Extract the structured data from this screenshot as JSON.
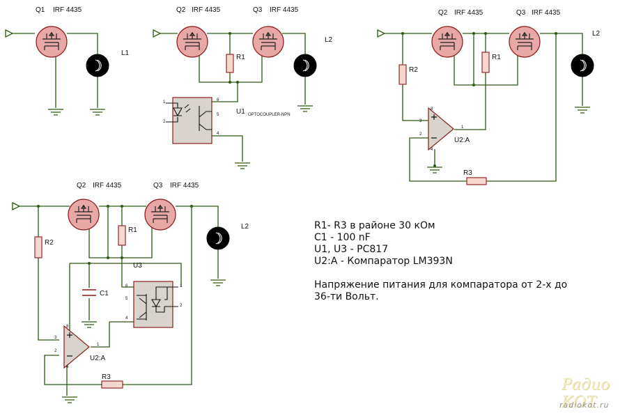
{
  "labels": {
    "c1_q1": "Q1",
    "c1_q1_type": "IRF 4435",
    "c1_l1": "L1",
    "c2_q2": "Q2",
    "c2_q2_type": "IRF 4435",
    "c2_q3": "Q3",
    "c2_q3_type": "IRF 4435",
    "c2_l2": "L2",
    "c2_r1": "R1",
    "c2_u1": "U1",
    "c2_u1_type": "OPTOCOUPLER-NPN",
    "c3_q2": "Q2",
    "c3_q2_type": "IRF 4435",
    "c3_q3": "Q3",
    "c3_q3_type": "IRF 4435",
    "c3_l2": "L2",
    "c3_r1": "R1",
    "c3_r2": "R2",
    "c3_r3": "R3",
    "c3_u2a": "U2:A",
    "c4_q2": "Q2",
    "c4_q2_type": "IRF 4435",
    "c4_q3": "Q3",
    "c4_q3_type": "IRF 4435",
    "c4_l2": "L2",
    "c4_r1": "R1",
    "c4_r2": "R2",
    "c4_r3": "R3",
    "c4_c1": "C1",
    "c4_u3": "U3",
    "c4_u2a": "U2:A"
  },
  "pins": {
    "p1": "1",
    "p2": "2",
    "p3": "3",
    "p4": "4",
    "p5": "5",
    "p6": "6",
    "p8": "8"
  },
  "notes": [
    "R1- R3 в районе 30 кОм",
    "C1 - 100 nF",
    "U1, U3 - PC817",
    "U2:A - Компаратор LM393N",
    "Напряжение питания для компаратора от 2-х до",
    "36-ти Вольт."
  ],
  "watermark": {
    "logo": "Радио КОТ",
    "url": "radiokot.ru"
  }
}
